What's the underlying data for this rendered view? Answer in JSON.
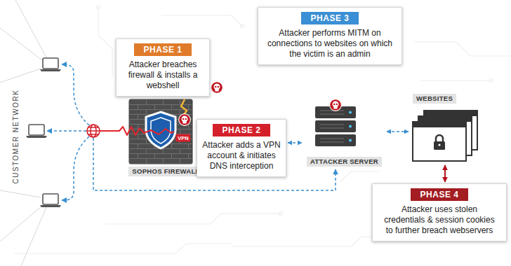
{
  "diagram": {
    "nodes": [
      {
        "text": [
          "PHASE 1",
          "Attacker breaches firewall & installs a webshell"
        ]
      },
      {
        "text": [
          "SOPHOS FIREWALL"
        ]
      },
      {
        "text": [
          "PHASE 2",
          "Attacker adds a VPN account & initiates DNS interception"
        ]
      },
      {
        "text": [
          "PHASE 3",
          "Attacker performs MITM on connections to websites on which the victim is an admin"
        ]
      },
      {
        "text": [
          "ATTACKER SERVER"
        ]
      },
      {
        "text": [
          "WEBSITES"
        ]
      },
      {
        "text": [
          "PHASE 4",
          "Attacker uses stolen credentials & session cookies to further breach webservers"
        ]
      }
    ],
    "edges": [
      {
        "from": 2,
        "to": 4,
        "arrow": "both"
      },
      {
        "from": 4,
        "to": 5,
        "arrow": "both"
      },
      {
        "from": 5,
        "to": 6,
        "arrow": "both"
      }
    ],
    "labels": [
      "CUSTOMER NETWORK",
      "VPN"
    ]
  }
}
